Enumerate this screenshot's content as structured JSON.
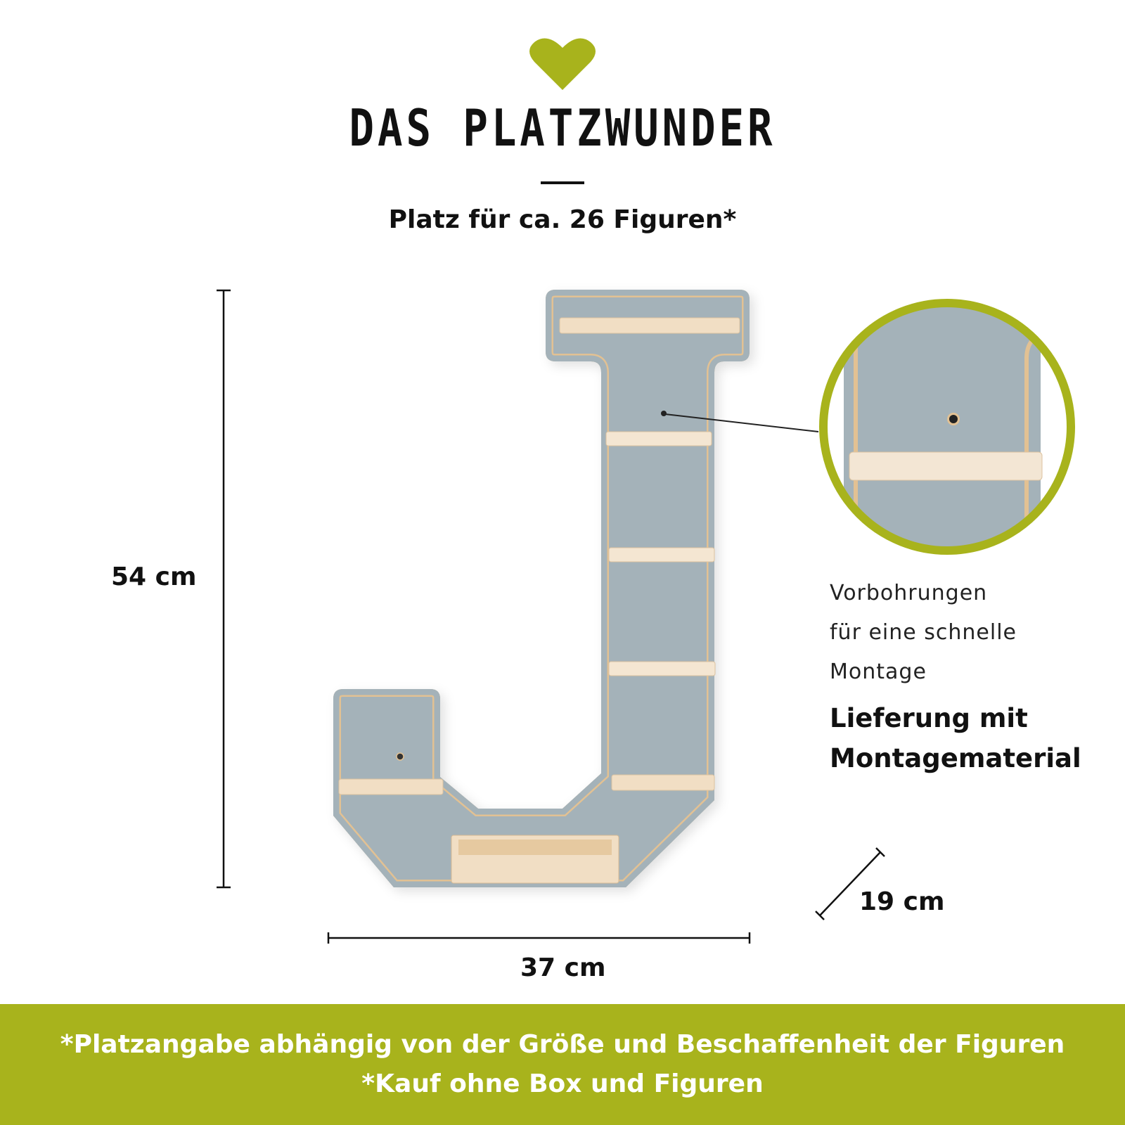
{
  "header": {
    "icon": "heart-icon",
    "title": "DAS PLATZWUNDER",
    "subtitle": "Platz für ca. 26 Figuren*"
  },
  "dimensions": {
    "height": "54 cm",
    "width": "37 cm",
    "depth": "19 cm"
  },
  "callout": {
    "line1": "Vorbohrungen",
    "line2": "für eine schnelle",
    "line3": "Montage",
    "bold1": "Lieferung mit",
    "bold2": "Montagematerial"
  },
  "footer": {
    "line1": "*Platzangabe abhängig von der Größe und Beschaffenheit der Figuren",
    "line2": "*Kauf ohne Box und Figuren"
  },
  "colors": {
    "accent": "#a8b31c",
    "panel": "#a4b2b9",
    "wood": "#f1dec4",
    "edge": "#e2c193"
  }
}
